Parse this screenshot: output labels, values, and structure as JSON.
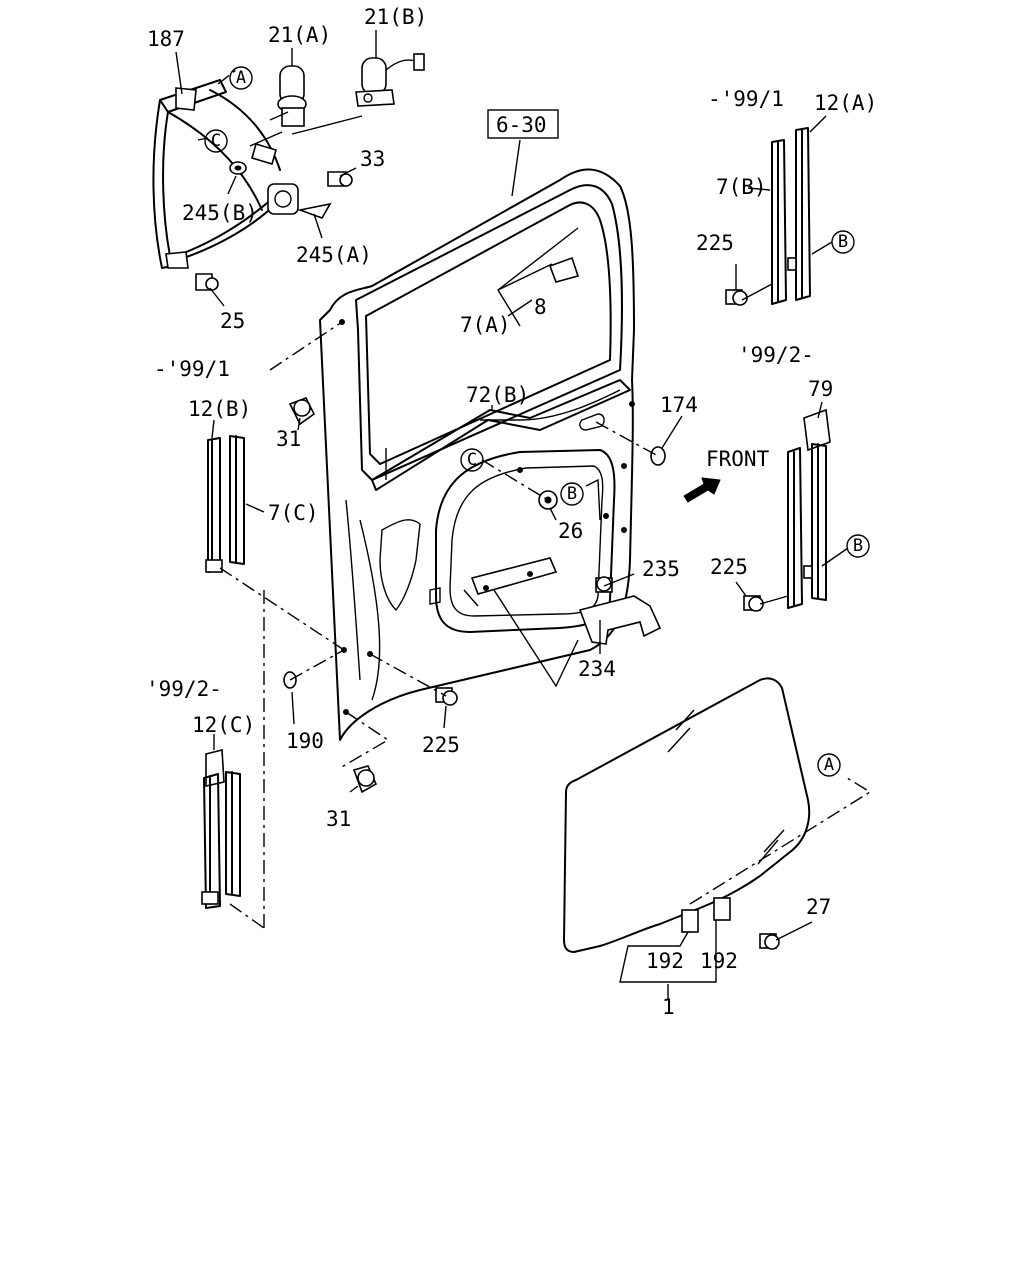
{
  "callouts": [
    {
      "id": "187",
      "text": "187"
    },
    {
      "id": "21a",
      "text": "21(A)"
    },
    {
      "id": "21b",
      "text": "21(B)"
    },
    {
      "id": "33",
      "text": "33"
    },
    {
      "id": "245b",
      "text": "245(B)"
    },
    {
      "id": "245a",
      "text": "245(A)"
    },
    {
      "id": "25",
      "text": "25"
    },
    {
      "id": "6-30",
      "text": "6-30"
    },
    {
      "id": "7a",
      "text": "7(A)"
    },
    {
      "id": "8",
      "text": "8"
    },
    {
      "id": "72b",
      "text": "72(B)"
    },
    {
      "id": "174",
      "text": "174"
    },
    {
      "id": "31a",
      "text": "31"
    },
    {
      "id": "12b",
      "text": "12(B)"
    },
    {
      "id": "7c",
      "text": "7(C)"
    },
    {
      "id": "26",
      "text": "26"
    },
    {
      "id": "235",
      "text": "235"
    },
    {
      "id": "234",
      "text": "234"
    },
    {
      "id": "190",
      "text": "190"
    },
    {
      "id": "225a",
      "text": "225"
    },
    {
      "id": "31b",
      "text": "31"
    },
    {
      "id": "12c",
      "text": "12(C)"
    },
    {
      "id": "12a",
      "text": "12(A)"
    },
    {
      "id": "7b",
      "text": "7(B)"
    },
    {
      "id": "225b",
      "text": "225"
    },
    {
      "id": "79",
      "text": "79"
    },
    {
      "id": "225c",
      "text": "225"
    },
    {
      "id": "27",
      "text": "27"
    },
    {
      "id": "192a",
      "text": "192"
    },
    {
      "id": "192b",
      "text": "192"
    },
    {
      "id": "1",
      "text": "1"
    }
  ],
  "period_labels": {
    "to_99_1_top": "-'99/1",
    "to_99_1_left": "-'99/1",
    "from_99_2_right": "'99/2-",
    "from_99_2_left": "'99/2-"
  },
  "reference_marks": {
    "a_top": "A",
    "c_top": "C",
    "c_mid": "C",
    "b_mid": "B",
    "b_right_top": "B",
    "b_right_bottom": "B",
    "a_glass": "A"
  },
  "front_label": "FRONT"
}
